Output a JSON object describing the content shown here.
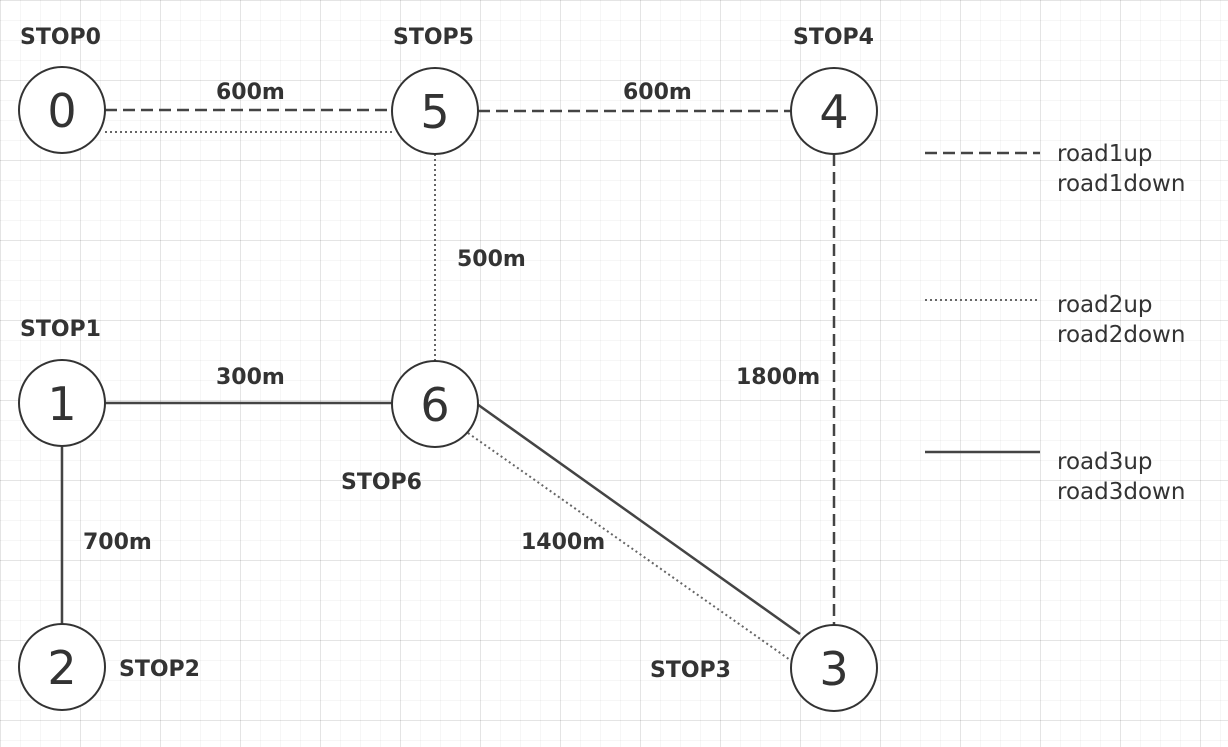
{
  "stops": [
    {
      "id": "0",
      "label": "STOP0"
    },
    {
      "id": "1",
      "label": "STOP1"
    },
    {
      "id": "2",
      "label": "STOP2"
    },
    {
      "id": "3",
      "label": "STOP3"
    },
    {
      "id": "4",
      "label": "STOP4"
    },
    {
      "id": "5",
      "label": "STOP5"
    },
    {
      "id": "6",
      "label": "STOP6"
    }
  ],
  "edges": [
    {
      "from": "0",
      "to": "5",
      "distance": "600m",
      "roads": [
        "road1",
        "road2"
      ]
    },
    {
      "from": "5",
      "to": "4",
      "distance": "600m",
      "roads": [
        "road1"
      ]
    },
    {
      "from": "5",
      "to": "6",
      "distance": "500m",
      "roads": [
        "road2"
      ]
    },
    {
      "from": "4",
      "to": "3",
      "distance": "1800m",
      "roads": [
        "road1"
      ]
    },
    {
      "from": "1",
      "to": "6",
      "distance": "300m",
      "roads": [
        "road3"
      ]
    },
    {
      "from": "1",
      "to": "2",
      "distance": "700m",
      "roads": [
        "road3"
      ]
    },
    {
      "from": "6",
      "to": "3",
      "distance": "1400m",
      "roads": [
        "road3",
        "road2"
      ]
    }
  ],
  "legend": [
    {
      "style": "dashed",
      "up": "road1up",
      "down": "road1down"
    },
    {
      "style": "dotted",
      "up": "road2up",
      "down": "road2down"
    },
    {
      "style": "solid",
      "up": "road3up",
      "down": "road3down"
    }
  ]
}
